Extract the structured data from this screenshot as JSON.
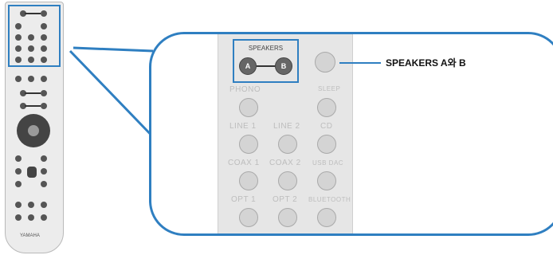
{
  "callout": {
    "label": "SPEAKERS A와 B",
    "accent_color": "#2f7fc1"
  },
  "panel": {
    "speakers_title": "SPEAKERS",
    "speaker_a": "A",
    "speaker_b": "B",
    "labels": {
      "phono": "PHONO",
      "sleep": "SLEEP",
      "line1": "LINE 1",
      "line2": "LINE 2",
      "cd": "CD",
      "coax1": "COAX 1",
      "coax2": "COAX 2",
      "usb_dac": "USB DAC",
      "opt1": "OPT 1",
      "opt2": "OPT 2",
      "bluetooth": "BLUETOOTH"
    }
  },
  "remote": {
    "brand": "YAMAHA"
  }
}
